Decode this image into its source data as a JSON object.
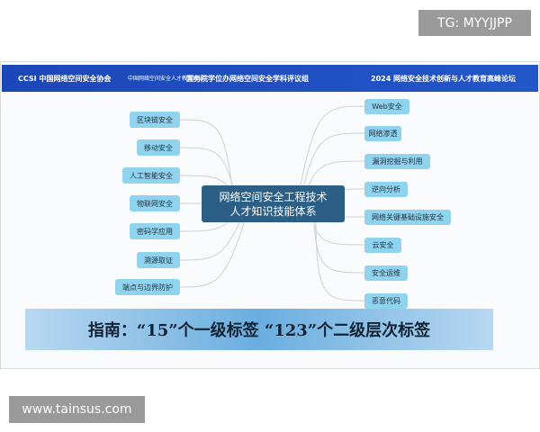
{
  "header": {
    "logo1": "CCSI 中国网络空间安全协会",
    "logo2": "中国网络空间安全人才教育论坛",
    "org": "国务院学位办网络空间安全学科评议组",
    "forum": "2024 网络安全技术创新与人才教育高峰论坛"
  },
  "center": {
    "line1": "网络空间安全工程技术",
    "line2": "人才知识技能体系"
  },
  "left_nodes": [
    "区块链安全",
    "移动安全",
    "人工智能安全",
    "物联网安全",
    "密码学应用",
    "溯源取证",
    "端点与边界防护"
  ],
  "right_nodes": [
    "Web安全",
    "网络渗透",
    "漏洞挖掘与利用",
    "逆向分析",
    "网络关键基础设施安全",
    "云安全",
    "安全运维",
    "恶意代码"
  ],
  "banner": "指南：“15”个一级标签  “123”个二级层次标签",
  "watermark_top": "TG: MYYJJPP",
  "watermark_bottom": "www.tainsus.com"
}
